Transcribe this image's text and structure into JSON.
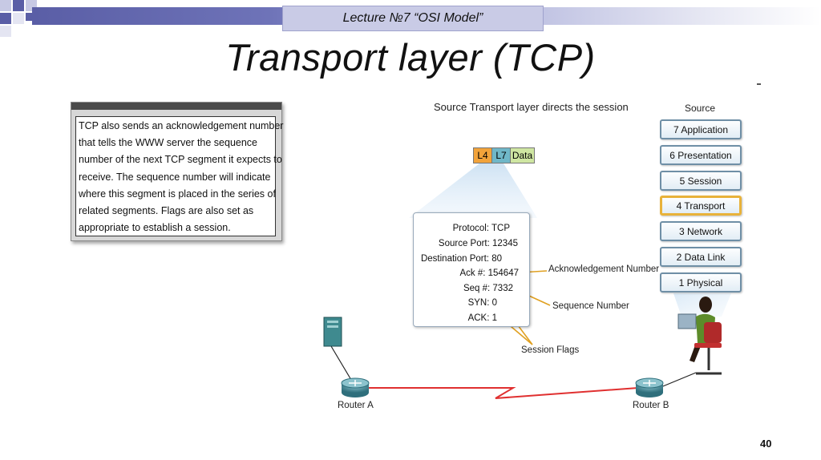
{
  "header": {
    "lecture": "Lecture  №7 “OSI Model”"
  },
  "title": "Transport layer (TCP)",
  "textbox": {
    "lines": [
      "TCP also sends an acknowledgement number",
      "that tells the WWW server the sequence",
      "number of the next TCP segment it expects to",
      "receive. The sequence number will indicate",
      "where this segment is placed in the series of",
      "related segments. Flags are also set as",
      "appropriate to establish a session."
    ]
  },
  "diagram": {
    "title": "Source Transport layer directs the session",
    "pdu": {
      "l4": "L4",
      "l7": "L7",
      "data": "Data"
    },
    "info": {
      "protocol": "Protocol: TCP",
      "source_port": "Source Port: 12345",
      "destination_port": "Destination Port: 80",
      "ack_num": "Ack #: 154647",
      "seq_num": "Seq #: 7332",
      "syn": "SYN: 0",
      "ack": "ACK: 1"
    },
    "annotations": {
      "ack_number": "Acknowledgement Number",
      "sequence_number": "Sequence Number",
      "session_flags": "Session Flags"
    },
    "source_label": "Source",
    "layers": [
      "7 Application",
      "6 Presentation",
      "5 Session",
      "4 Transport",
      "3 Network",
      "2 Data Link",
      "1 Physical"
    ],
    "router_a": "Router A",
    "router_b": "Router B"
  },
  "colors": {
    "l4": "#f2a33a",
    "l7": "#6fb7c8",
    "data": "#cfe6a2",
    "highlight": "#e8b23a",
    "link": "#e03030"
  },
  "slide_number": "40"
}
